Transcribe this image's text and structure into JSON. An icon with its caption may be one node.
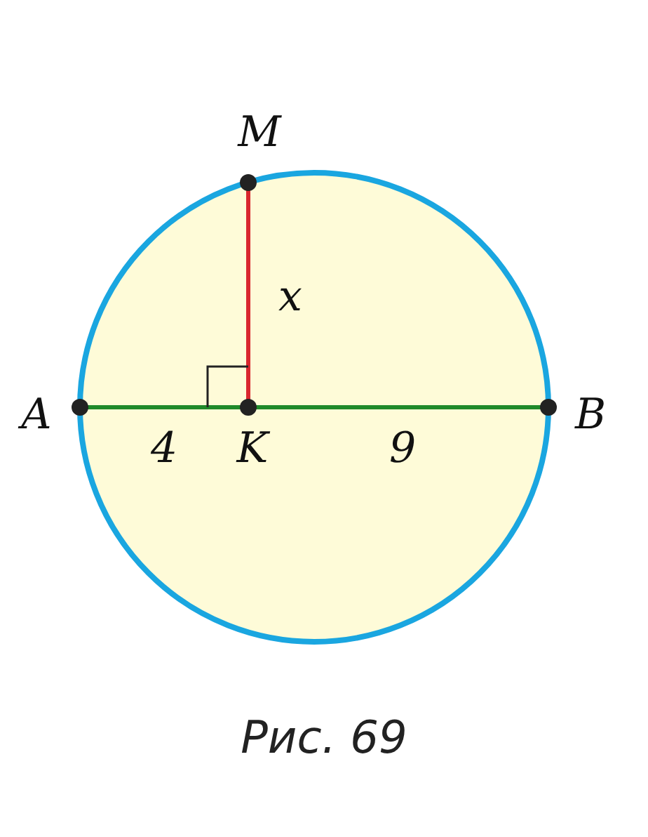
{
  "diagram": {
    "caption": "Рис. 69",
    "labels": [
      "M",
      "x",
      "A",
      "B",
      "4",
      "K",
      "9"
    ]
  }
}
